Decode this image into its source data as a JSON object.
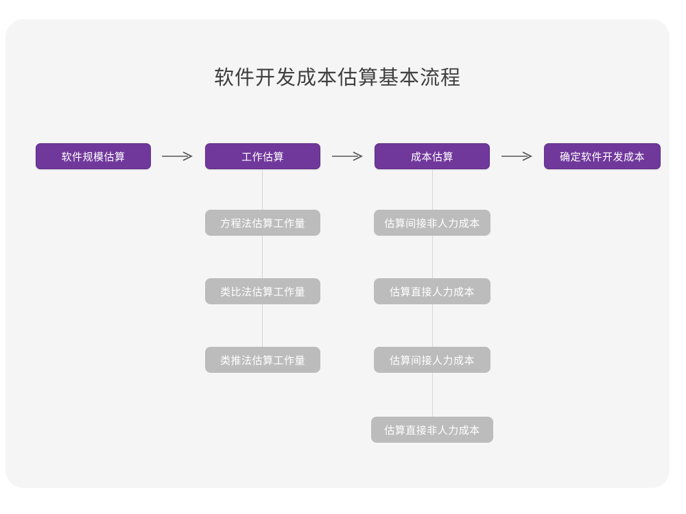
{
  "diagram": {
    "title": "软件开发成本估算基本流程",
    "colors": {
      "card_background": "#f5f5f6",
      "primary_node": "#71389c",
      "primary_node_border": "#5d2d83",
      "secondary_node": "#bcbcbc",
      "connector_line": "#d6d6d6",
      "arrow": "#555555",
      "title_text": "#3f3f3f",
      "node_text": "#ffffff"
    },
    "main_flow": [
      {
        "id": "scale",
        "label": "软件规模估算"
      },
      {
        "id": "effort",
        "label": "工作估算"
      },
      {
        "id": "cost",
        "label": "成本估算"
      },
      {
        "id": "final",
        "label": "确定软件开发成本"
      }
    ],
    "arrows": [
      {
        "id": "arrow-1",
        "from": "软件规模估算",
        "to": "工作估算",
        "glyph": "arrow-right-icon"
      },
      {
        "id": "arrow-2",
        "from": "工作估算",
        "to": "成本估算",
        "glyph": "arrow-right-icon"
      },
      {
        "id": "arrow-3",
        "from": "成本估算",
        "to": "确定软件开发成本",
        "glyph": "arrow-right-icon"
      }
    ],
    "effort_children": [
      {
        "id": "eq",
        "label": "方程法估算工作量"
      },
      {
        "id": "ana",
        "label": "类比法估算工作量"
      },
      {
        "id": "ded",
        "label": "类推法估算工作量"
      }
    ],
    "cost_children": [
      {
        "id": "c1",
        "label": "估算间接非人力成本"
      },
      {
        "id": "c2",
        "label": "估算直接人力成本"
      },
      {
        "id": "c3",
        "label": "估算间接人力成本"
      },
      {
        "id": "c4",
        "label": "估算直接非人力成本"
      }
    ]
  }
}
